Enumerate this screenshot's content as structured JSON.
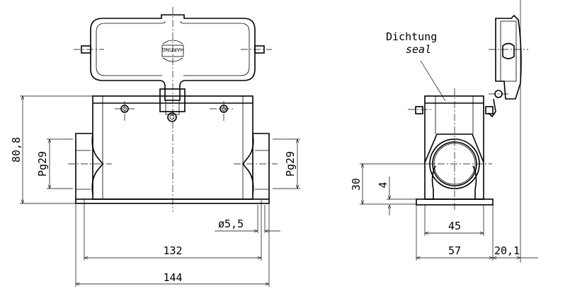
{
  "drawing": {
    "front_view": {
      "height_dim": "80,8",
      "thread_left": "Pg29",
      "thread_right": "Pg29",
      "hole_dim": "ø5,5",
      "hole_spacing": "132",
      "overall_width": "144",
      "logo": "HARTING"
    },
    "side_view": {
      "seal_label_de": "Dichtung",
      "seal_label_en": "seal",
      "height_dim": "30",
      "base_dim": "4",
      "hole_spacing": "45",
      "base_width": "57",
      "cover_offset": "20,1"
    }
  }
}
